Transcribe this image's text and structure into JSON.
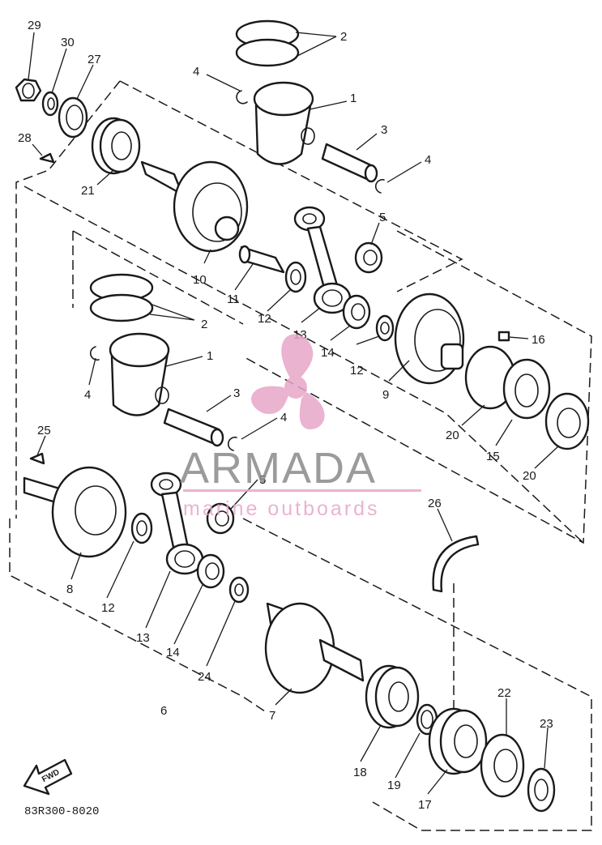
{
  "diagram": {
    "drawing_code": "83R300-8020",
    "fwd_label": "FWD",
    "callouts": [
      "29",
      "30",
      "27",
      "28",
      "21",
      "2",
      "4",
      "1",
      "3",
      "4",
      "5",
      "10",
      "11",
      "12",
      "13",
      "14",
      "12",
      "9",
      "16",
      "20",
      "15",
      "20",
      "2",
      "1",
      "4",
      "3",
      "4",
      "5",
      "25",
      "8",
      "12",
      "13",
      "14",
      "24",
      "6",
      "7",
      "18",
      "19",
      "17",
      "22",
      "23",
      "26"
    ]
  },
  "watermark": {
    "brand": "ARMADA",
    "tagline": "marine outboards",
    "color_primary": "#e7a6c8",
    "color_text": "#8a8a8a"
  },
  "colors": {
    "ink": "#1a1a1a",
    "background": "#ffffff"
  }
}
